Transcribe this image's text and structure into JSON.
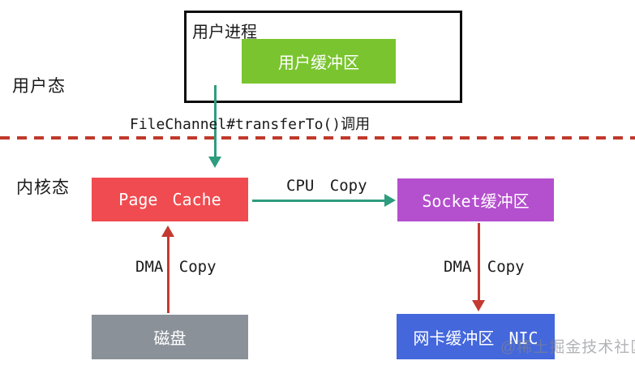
{
  "diagram": {
    "zone_labels": {
      "user_mode": "用户态",
      "kernel_mode": "内核态"
    },
    "nodes": {
      "user_process": {
        "label": "用户进程",
        "border_color": "#0d0d0d"
      },
      "user_buffer": {
        "label": "用户缓冲区",
        "color": "#7AC52F",
        "text_color": "#FFFFFF"
      },
      "page_cache": {
        "label": "Page Cache",
        "color": "#F04B50",
        "text_color": "#FFFFFF"
      },
      "socket_buffer": {
        "label": "Socket缓冲区",
        "color": "#B44FCE",
        "text_color": "#FFFFFF"
      },
      "disk": {
        "label": "磁盘",
        "color": "#8A9199",
        "text_color": "#FFFFFF"
      },
      "nic_buffer": {
        "label": "网卡缓冲区 NIC",
        "color": "#4467DC",
        "text_color": "#FFFFFF"
      }
    },
    "arrows": {
      "syscall": {
        "label": "FileChannel#transferTo()调用",
        "color": "#2E9C7E",
        "direction": "down",
        "from": "user_process",
        "to": "page_cache"
      },
      "cpu_copy": {
        "label": "CPU Copy",
        "color": "#2E9C7E",
        "direction": "right",
        "from": "page_cache",
        "to": "socket_buffer"
      },
      "dma_copy_disk": {
        "label": "DMA Copy",
        "color": "#C33A32",
        "direction": "up",
        "from": "disk",
        "to": "page_cache"
      },
      "dma_copy_nic": {
        "label": "DMA Copy",
        "color": "#C33A32",
        "direction": "down",
        "from": "socket_buffer",
        "to": "nic_buffer"
      }
    },
    "boundary": {
      "style": "dashed",
      "color": "#C0392B"
    },
    "watermark": "@稀土掘金技术社区"
  }
}
